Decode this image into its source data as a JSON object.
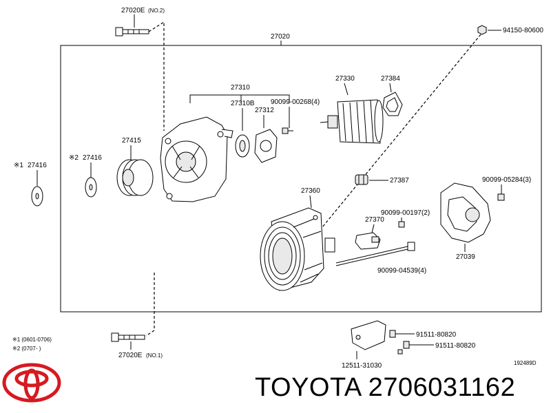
{
  "labels": {
    "bolt_top": "27020E",
    "bolt_top_note": "(NO.2)",
    "assembly": "27020",
    "nut_top": "94150-80600",
    "frame": "27310",
    "frame_b": "27310B",
    "plate": "27312",
    "screw_plate": "90099-00268(4)",
    "rotor": "27330",
    "cover_small": "27384",
    "pulley": "27415",
    "washer_inner": "27416",
    "washer_inner_mark": "※2",
    "washer_outer": "27416",
    "washer_outer_mark": "※1",
    "insulator": "27387",
    "screw_rear": "90099-05284(3)",
    "stator": "27360",
    "screw_reg": "90099-00197(2)",
    "regulator": "27370",
    "rear_cover": "27039",
    "bolt_long": "90099-04539(4)",
    "bolt_bottom": "27020E",
    "bolt_bottom_note": "(NO.1)",
    "bolt_bracket_1": "91511-80820",
    "bolt_bracket_2": "91511-80820",
    "bracket": "12511-31030",
    "diagram_code": "192489D"
  },
  "notes": {
    "note_1": "※1 (0601-0706)",
    "note_2": "※2 (0707-      )"
  },
  "brand": {
    "text": "TOYOTA 2706031162",
    "logo_color": "#d71920"
  }
}
